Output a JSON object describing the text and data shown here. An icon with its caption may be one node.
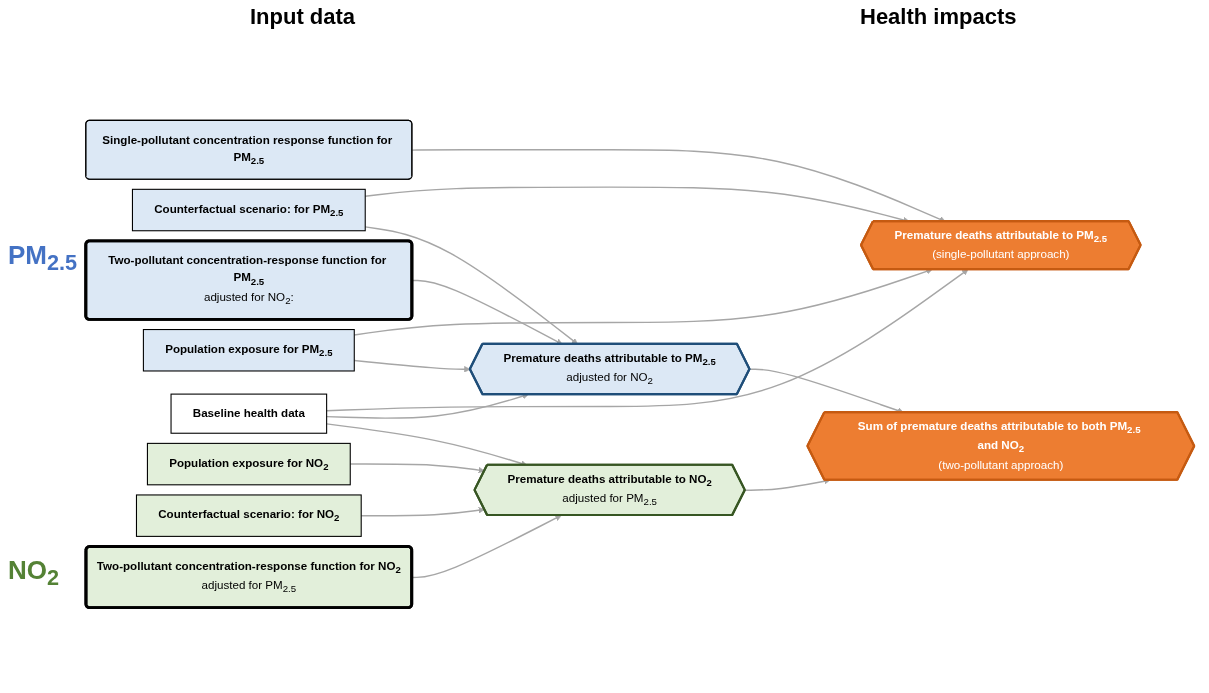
{
  "diagram": {
    "nodes": [
      {
        "text": [
          "Single-pollutant concentration response function for PM$_{2.5}$"
        ]
      },
      {
        "text": [
          "Two-pollutant concentration-response function for PM$_{2.5}$",
          "adjusted for NO$_{2}$:"
        ]
      },
      {
        "text": [
          "Counterfactual scenario: for PM$_{2.5}$"
        ]
      },
      {
        "text": [
          "Population exposure for PM$_{2.5}$"
        ]
      },
      {
        "text": [
          "Baseline health data"
        ]
      },
      {
        "text": [
          "Population exposure for NO$_{2}$"
        ]
      },
      {
        "text": [
          "Counterfactual scenario: for NO$_{2}$"
        ]
      },
      {
        "text": [
          "Two-pollutant concentration-response function for NO$_{2}$",
          "adjusted for PM$_{2.5}$"
        ]
      },
      {
        "text": [
          "Premature deaths attributable to PM$_{2.5}$",
          "(single-pollutant approach)"
        ]
      },
      {
        "text": [
          "Premature deaths attributable to PM$_{2.5}$",
          "adjusted for NO$_{2}$"
        ]
      },
      {
        "text": [
          "Premature deaths attributable to NO$_{2}$",
          "adjusted for PM$_{2.5}$"
        ]
      },
      {
        "text": [
          "Sum of premature deaths attributable to both PM$_{2.5}$ and NO$_{2}$",
          "(two-pollutant approach)"
        ]
      }
    ],
    "edges": [
      {
        "from": 0,
        "to": 8,
        "arrow": "to"
      },
      {
        "from": 2,
        "to": 8,
        "arrow": "to"
      },
      {
        "from": 3,
        "to": 8,
        "arrow": "to"
      },
      {
        "from": 4,
        "to": 8,
        "arrow": "to"
      },
      {
        "from": 1,
        "to": 9,
        "arrow": "to"
      },
      {
        "from": 2,
        "to": 9,
        "arrow": "to"
      },
      {
        "from": 3,
        "to": 9,
        "arrow": "to"
      },
      {
        "from": 4,
        "to": 9,
        "arrow": "to"
      },
      {
        "from": 4,
        "to": 10,
        "arrow": "to"
      },
      {
        "from": 5,
        "to": 10,
        "arrow": "to"
      },
      {
        "from": 6,
        "to": 10,
        "arrow": "to"
      },
      {
        "from": 7,
        "to": 10,
        "arrow": "to"
      },
      {
        "from": 9,
        "to": 11,
        "arrow": "to"
      },
      {
        "from": 10,
        "to": 11,
        "arrow": "to"
      }
    ],
    "labels": [
      "Input data",
      "Health impacts",
      "PM$_{2.5}$",
      "NO$_{2}$"
    ]
  }
}
